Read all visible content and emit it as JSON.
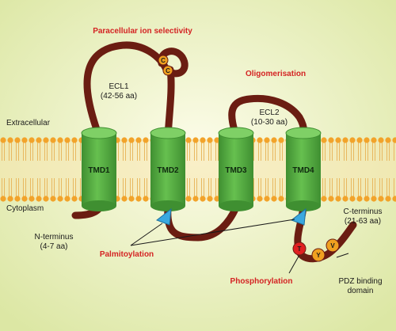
{
  "labels": {
    "paracellular": "Paracellular ion selectivity",
    "ecl1_name": "ECL1",
    "ecl1_range": "(42-56 aa)",
    "oligomerisation": "Oligomerisation",
    "ecl2_name": "ECL2",
    "ecl2_range": "(10-30 aa)",
    "extracellular": "Extracellular",
    "cytoplasm": "Cytoplasm",
    "n_terminus": "N-terminus",
    "n_range": "(4-7 aa)",
    "c_terminus": "C-terminus",
    "c_range": "(21-63 aa)",
    "palmitoylation": "Palmitoylation",
    "phosphorylation": "Phosphorylation",
    "pdz_line1": "PDZ binding",
    "pdz_line2": "domain"
  },
  "tmds": [
    "TMD1",
    "TMD2",
    "TMD3",
    "TMD4"
  ],
  "residues": {
    "cys1": "C",
    "cys2": "C",
    "thr": "T",
    "tyr": "Y",
    "val": "V"
  },
  "colors": {
    "background_center": "#fbfbe6",
    "background_edge": "#dfe9a8",
    "lipid_head": "#f2a32a",
    "membrane_band": "#f7e3a6",
    "helix": "#5bb545",
    "helix_dark": "#3f8f31",
    "chain": "#6b1d12",
    "red_label": "#d42323",
    "palmitoyl": "#3aa8e0",
    "residue_orange": "#f0a020",
    "residue_red": "#e02020"
  }
}
